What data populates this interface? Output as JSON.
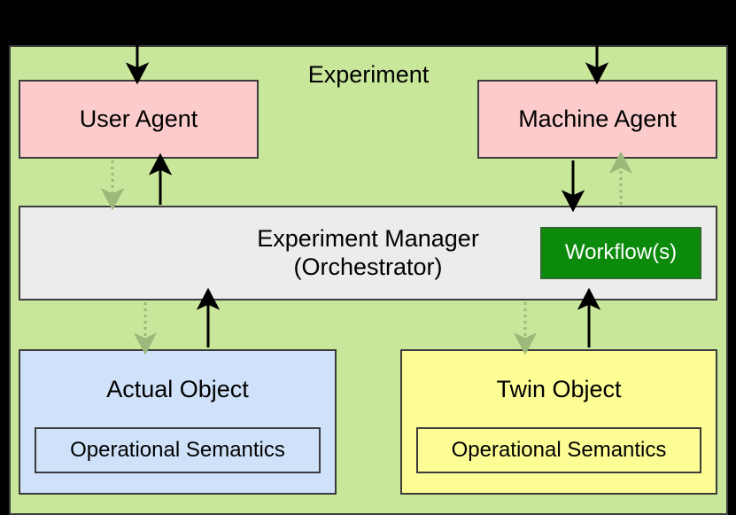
{
  "diagram": {
    "title": "Experiment",
    "background_color": "#000000",
    "container_color": "#c9e79b"
  },
  "nodes": {
    "user_agent": {
      "label": "User Agent",
      "color": "#fccccc"
    },
    "machine_agent": {
      "label": "Machine Agent",
      "color": "#fccccc"
    },
    "experiment_manager": {
      "line1": "Experiment Manager",
      "line2": "(Orchestrator)",
      "color": "#ececec"
    },
    "workflow": {
      "label": "Workflow(s)",
      "color": "#0b8a0b",
      "text_color": "#ffffff"
    },
    "actual_object": {
      "label": "Actual Object",
      "color": "#cfe2f9",
      "semantics": "Operational Semantics"
    },
    "twin_object": {
      "label": "Twin Object",
      "color": "#fdfd96",
      "semantics": "Operational Semantics"
    }
  },
  "edges": {
    "solid_color": "#000000",
    "dotted_color": "#9cb87a",
    "items": [
      {
        "name": "external-to-user-agent",
        "style": "solid",
        "direction": "down"
      },
      {
        "name": "external-to-machine-agent",
        "style": "solid",
        "direction": "down"
      },
      {
        "name": "user-agent-to-manager",
        "style": "dotted",
        "direction": "down"
      },
      {
        "name": "manager-to-user-agent",
        "style": "solid",
        "direction": "up"
      },
      {
        "name": "machine-agent-to-manager",
        "style": "solid",
        "direction": "down"
      },
      {
        "name": "manager-to-machine-agent",
        "style": "dotted",
        "direction": "up"
      },
      {
        "name": "manager-to-actual-object",
        "style": "dotted",
        "direction": "down"
      },
      {
        "name": "actual-object-to-manager",
        "style": "solid",
        "direction": "up"
      },
      {
        "name": "manager-to-twin-object",
        "style": "dotted",
        "direction": "down"
      },
      {
        "name": "twin-object-to-manager",
        "style": "solid",
        "direction": "up"
      }
    ]
  }
}
